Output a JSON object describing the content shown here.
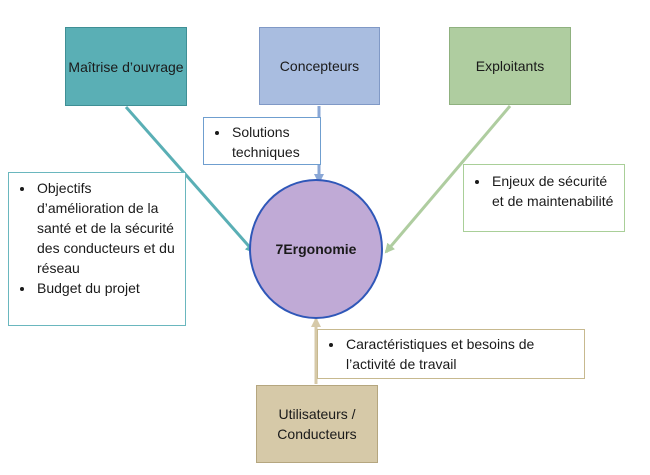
{
  "nodes": {
    "maitrise": "Maîtrise d’ouvrage",
    "concepteurs": "Concepteurs",
    "exploitants": "Exploitants",
    "utilisateurs": "Utilisateurs / Conducteurs",
    "center": "7Ergonomie"
  },
  "notes": {
    "solutions": [
      "Solutions techniques"
    ],
    "objectifs": [
      "Objectifs d’amélioration de la santé et de la sécurité des conducteurs et du réseau",
      "Budget du projet"
    ],
    "enjeux": [
      "Enjeux de sécurité et de maintenabilité"
    ],
    "caracteristiques": [
      "Caractéristiques et besoins de l’activité de travail"
    ]
  },
  "colors": {
    "maitrise": "#5aafb5",
    "concepteurs": "#a9bde0",
    "exploitants": "#afcda0",
    "utilisateurs": "#d6c9a8",
    "center": "#c0aad6",
    "center_border": "#2f57b8"
  }
}
